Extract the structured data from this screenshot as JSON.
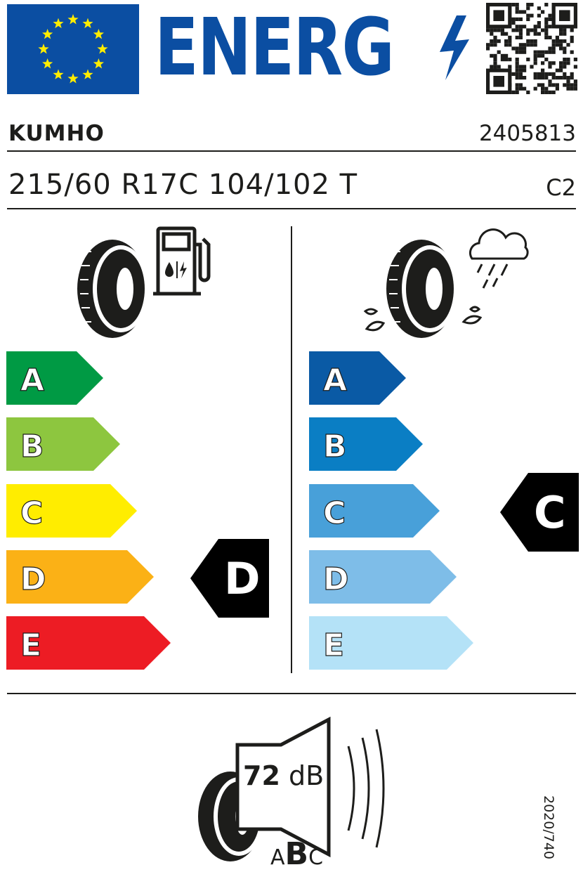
{
  "header": {
    "energy_word": "ENERG",
    "qr_label": "qr-code"
  },
  "product": {
    "brand": "KUMHO",
    "label_id": "2405813",
    "size": "215/60 R17C 104/102 T",
    "tyre_class": "C2"
  },
  "fuel": {
    "scale": [
      {
        "letter": "A",
        "color": "#009a44"
      },
      {
        "letter": "B",
        "color": "#8dc63f"
      },
      {
        "letter": "C",
        "color": "#ffed00"
      },
      {
        "letter": "D",
        "color": "#fbb116"
      },
      {
        "letter": "E",
        "color": "#ed1c24"
      }
    ],
    "rating": "D"
  },
  "wet": {
    "scale": [
      {
        "letter": "A",
        "color": "#0a5aa5"
      },
      {
        "letter": "B",
        "color": "#0a7ec4"
      },
      {
        "letter": "C",
        "color": "#48a0d9"
      },
      {
        "letter": "D",
        "color": "#7ebde8"
      },
      {
        "letter": "E",
        "color": "#b4e2f7"
      }
    ],
    "rating": "C"
  },
  "noise": {
    "value": "72",
    "unit": "dB",
    "class_left": "A",
    "class_mid": "B",
    "class_right": "C"
  },
  "regulation": "2020/740"
}
